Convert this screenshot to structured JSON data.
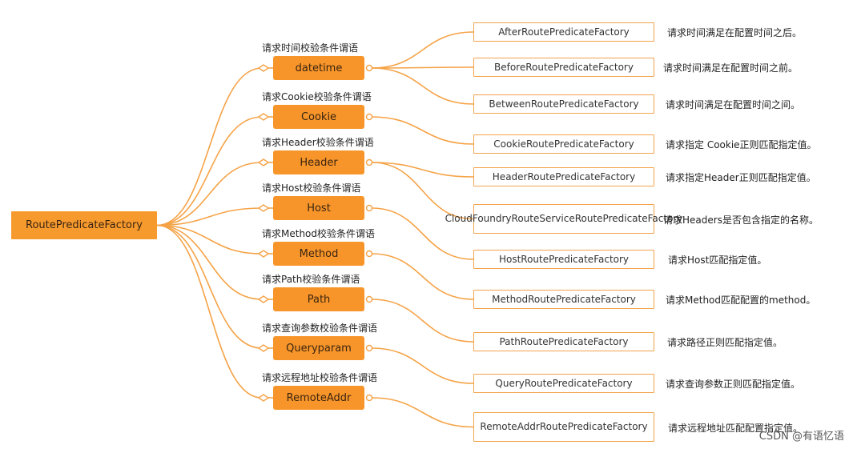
{
  "root": {
    "label": "RoutePredicateFactory"
  },
  "categories": [
    {
      "name": "datetime",
      "label": "请求时间校验条件谓语"
    },
    {
      "name": "Cookie",
      "label": "请求Cookie校验条件谓语"
    },
    {
      "name": "Header",
      "label": "请求Header校验条件谓语"
    },
    {
      "name": "Host",
      "label": "请求Host校验条件谓语"
    },
    {
      "name": "Method",
      "label": "请求Method校验条件谓语"
    },
    {
      "name": "Path",
      "label": "请求Path校验条件谓语"
    },
    {
      "name": "Queryparam",
      "label": "请求查询参数校验条件谓语"
    },
    {
      "name": "RemoteAddr",
      "label": "请求远程地址校验条件谓语"
    }
  ],
  "factories": [
    {
      "name": "AfterRoutePredicateFactory",
      "desc": "请求时间满足在配置时间之后。"
    },
    {
      "name": "BeforeRoutePredicateFactory",
      "desc": "请求时间满足在配置时间之前。"
    },
    {
      "name": "BetweenRoutePredicateFactory",
      "desc": "请求时间满足在配置时间之间。"
    },
    {
      "name": "CookieRoutePredicateFactory",
      "desc": "请求指定 Cookie正则匹配指定值。"
    },
    {
      "name": "HeaderRoutePredicateFactory",
      "desc": "请求指定Header正则匹配指定值。"
    },
    {
      "name": "CloudFoundryRouteServiceRoutePredicateFactory",
      "desc": "请求Headers是否包含指定的名称。"
    },
    {
      "name": "HostRoutePredicateFactory",
      "desc": "请求Host匹配指定值。"
    },
    {
      "name": "MethodRoutePredicateFactory",
      "desc": "请求Method匹配配置的method。"
    },
    {
      "name": "PathRoutePredicateFactory",
      "desc": "请求路径正则匹配指定值。"
    },
    {
      "name": "QueryRoutePredicateFactory",
      "desc": "请求查询参数正则匹配指定值。"
    },
    {
      "name": "RemoteAddrRoutePredicateFactory",
      "desc": "请求远程地址匹配配置指定值。"
    }
  ],
  "watermark": "CSDN @有语忆语",
  "colors": {
    "accent": "#f7952a",
    "line": "#f5a347",
    "leaf_border": "#f3a34c"
  }
}
